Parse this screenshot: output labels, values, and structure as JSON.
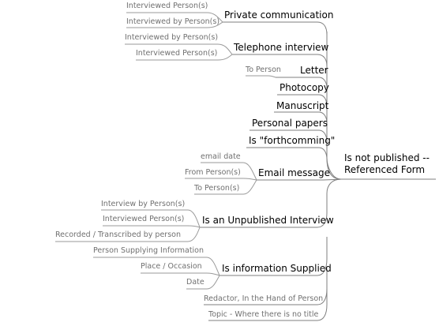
{
  "root": {
    "line1": "Is not published --",
    "line2": "Referenced Form"
  },
  "branches": [
    {
      "label": "Private communication",
      "children": [
        "Interviewed Person(s)",
        "Interviewed by Person(s)"
      ]
    },
    {
      "label": "Telephone interview",
      "children": [
        "Interviewed by Person(s)",
        "Interviewed Person(s)"
      ]
    },
    {
      "label": "Letter",
      "children": [
        "To Person"
      ]
    },
    {
      "label": "Photocopy",
      "children": []
    },
    {
      "label": "Manuscript",
      "children": []
    },
    {
      "label": "Personal papers",
      "children": []
    },
    {
      "label": "Is \"forthcomming\"",
      "children": []
    },
    {
      "label": "Email message",
      "children": [
        "email date",
        "From Person(s)",
        "To Person(s)"
      ]
    },
    {
      "label": "Is an Unpublished Interview",
      "children": [
        "Interview by Person(s)",
        "Interviewed Person(s)",
        "Recorded / Transcribed by person"
      ]
    },
    {
      "label": "Is information Supplied",
      "children": [
        "Person Supplying Information",
        "Place / Occasion",
        "Date"
      ]
    },
    {
      "label": "Redactor, In the Hand of Person",
      "children": []
    },
    {
      "label": "Topic - Where there is no title",
      "children": []
    }
  ],
  "colors": {
    "line": "#7f7f7f",
    "text": "#000000",
    "subtext": "#707070"
  }
}
